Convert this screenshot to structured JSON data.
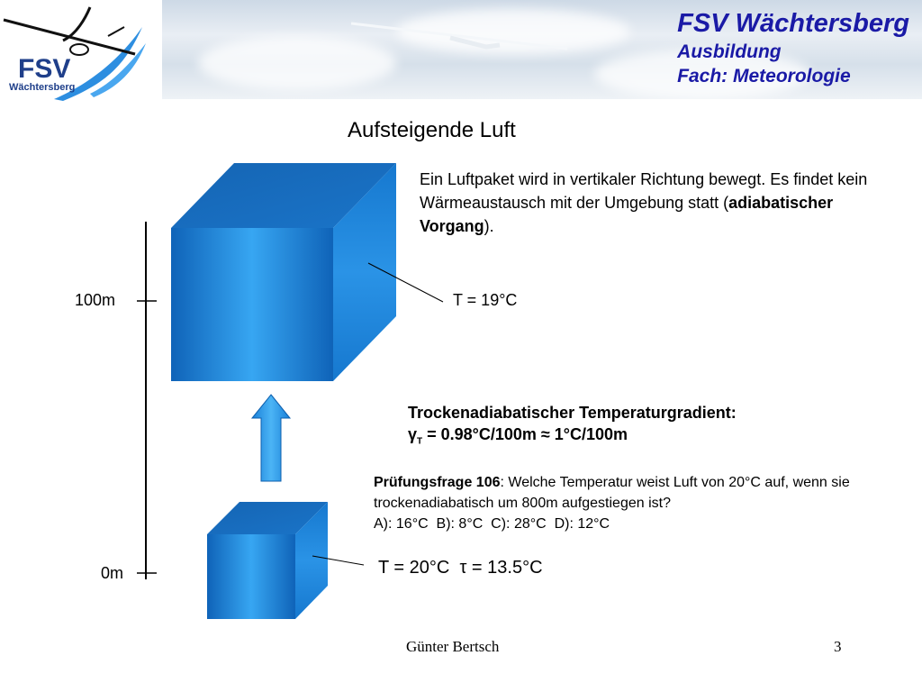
{
  "header": {
    "line1": "FSV Wächtersberg",
    "line2": "Ausbildung",
    "line3": "Fach: Meteorologie",
    "title_color": "#1a1aa6"
  },
  "logo": {
    "text_top": "FSV",
    "text_bottom": "Wächtersberg",
    "icons": [
      "glider-icon",
      "swoosh-icon"
    ]
  },
  "slide": {
    "title": "Aufsteigende Luft",
    "description_part1": "Ein Luftpaket wird in vertikaler Richtung bewegt. Es findet kein Wärmeaustausch mit der Umgebung statt (",
    "description_bold": "adiabatischer Vorgang",
    "description_part2": ")."
  },
  "diagram": {
    "axis_top_label": "100m",
    "axis_bottom_label": "0m",
    "upper_parcel_temp": "T = 19°C",
    "lower_parcel_temp": "T = 20°C",
    "lower_parcel_dewpoint": "τ = 13.5°C",
    "cube_color": "#1f7fd6",
    "arrow_color": "#1f8fe0"
  },
  "gradient": {
    "heading": "Trockenadiabatischer Temperaturgradient:",
    "symbol": "γ",
    "subscript": "T",
    "formula": " = 0.98°C/100m ≈ 1°C/100m"
  },
  "question": {
    "label": "Prüfungsfrage 106",
    "text": ": Welche Temperatur weist Luft von 20°C auf, wenn sie trockenadiabatisch um 800m aufgestiegen ist?",
    "options": "A): 16°C  B): 8°C  C): 28°C  D): 12°C"
  },
  "footer": {
    "author": "Günter Bertsch",
    "page": "3"
  }
}
